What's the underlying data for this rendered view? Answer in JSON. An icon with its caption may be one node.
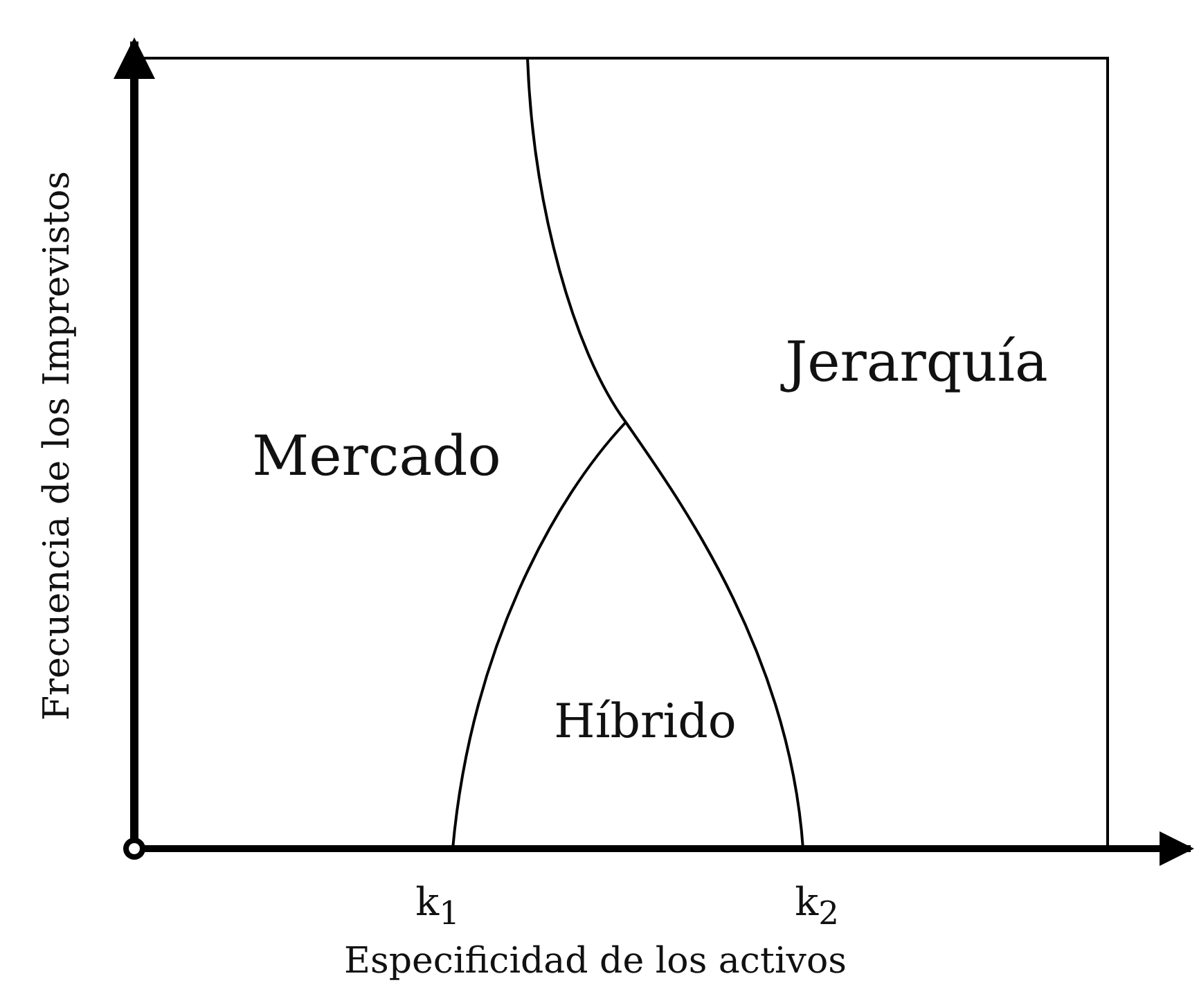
{
  "diagram": {
    "labels": [
      "Frecuencia de los Imprevistos",
      "Mercado",
      "Jerarquía",
      "Híbrido",
      "k$_{1}$",
      "k$_{2}$",
      "Especificidad de los activos"
    ]
  }
}
